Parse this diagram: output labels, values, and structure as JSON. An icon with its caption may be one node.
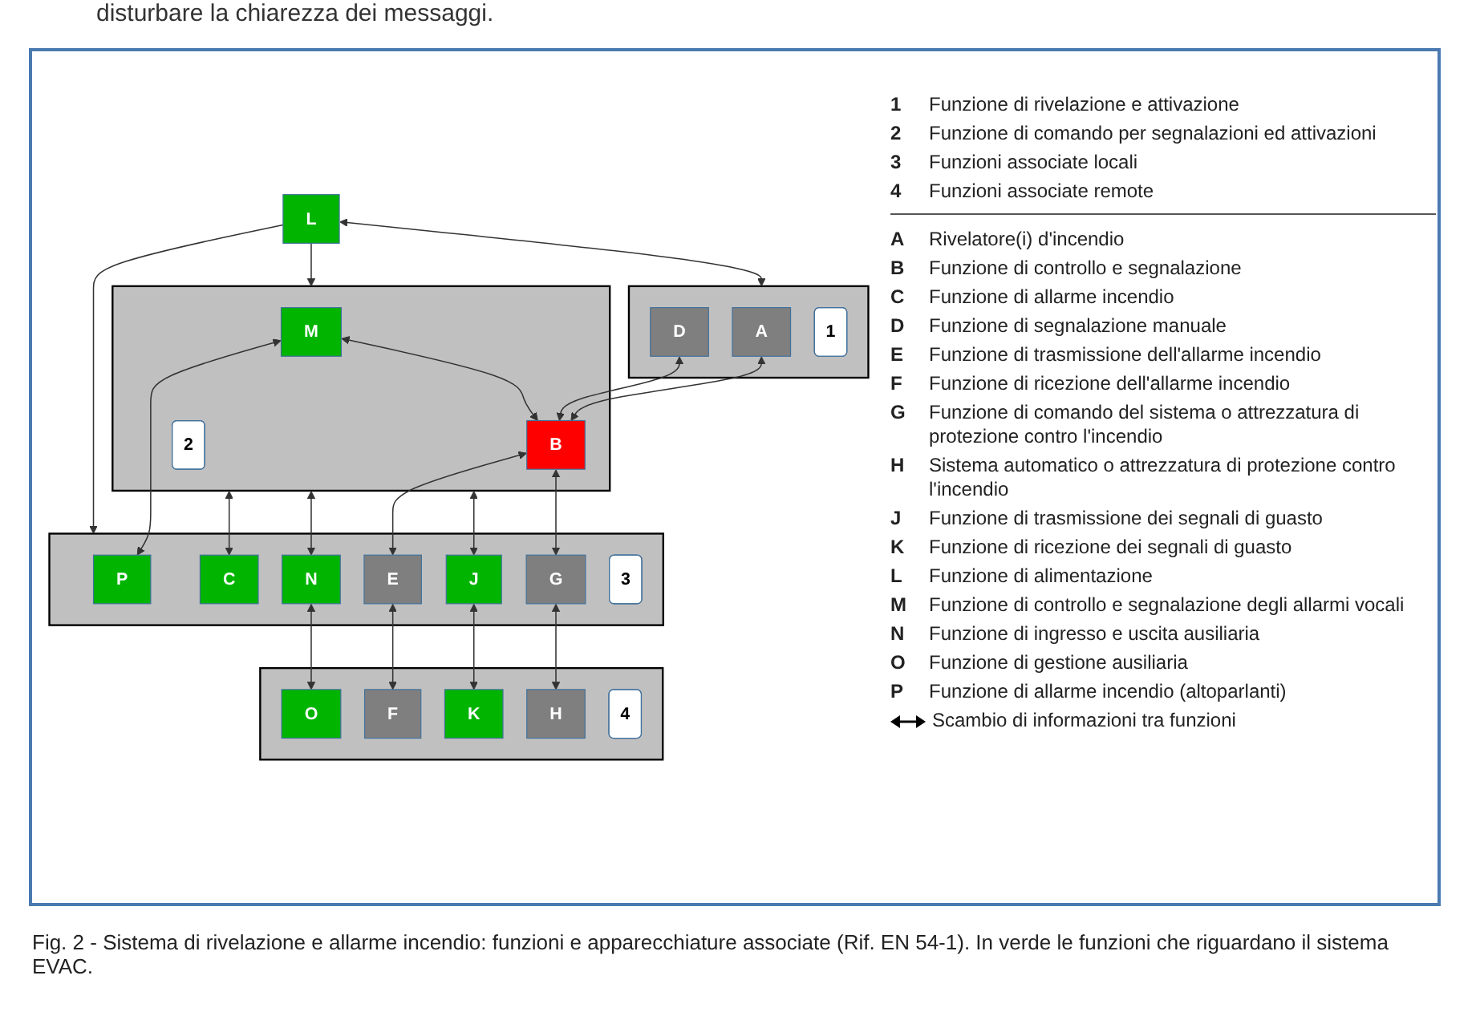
{
  "diagram": {
    "caption": "Fig. 2 - Sistema di rivelazione e allarme incendio: funzioni e apparecchiature associate (Rif. EN 54-1). In verde le funzioni che riguardano il sistema EVAC.",
    "nodes": [
      {
        "text": [],
        "shape": "box"
      },
      {
        "text": [
          "A"
        ],
        "in": 0
      },
      {
        "text": [
          "D"
        ],
        "in": 0
      },
      {
        "text": [
          "1"
        ],
        "in": 0
      },
      {
        "text": [
          "L"
        ]
      },
      {
        "text": [],
        "shape": "box"
      },
      {
        "text": [
          "M"
        ],
        "in": 5
      },
      {
        "text": [
          "B"
        ],
        "in": 5
      },
      {
        "text": [
          "2"
        ],
        "in": 5
      },
      {
        "text": [],
        "shape": "box"
      },
      {
        "text": [
          "P"
        ],
        "in": 9
      },
      {
        "text": [
          "C"
        ],
        "in": 9
      },
      {
        "text": [
          "N"
        ],
        "in": 9
      },
      {
        "text": [
          "E"
        ],
        "in": 9
      },
      {
        "text": [
          "J"
        ],
        "in": 9
      },
      {
        "text": [
          "G"
        ],
        "in": 9
      },
      {
        "text": [
          "3"
        ],
        "in": 9
      },
      {
        "text": [],
        "shape": "box"
      },
      {
        "text": [
          "O"
        ],
        "in": 17
      },
      {
        "text": [
          "F"
        ],
        "in": 17
      },
      {
        "text": [
          "K"
        ],
        "in": 17
      },
      {
        "text": [
          "H"
        ],
        "in": 17
      },
      {
        "text": [
          "4"
        ],
        "in": 17
      }
    ],
    "edges": [
      {
        "from": 4,
        "to": 0,
        "arrow": "both"
      },
      {
        "from": 4,
        "to": 5,
        "arrow": "to"
      },
      {
        "from": 4,
        "to": 9,
        "arrow": "to"
      },
      {
        "from": 1,
        "to": 7,
        "arrow": "both"
      },
      {
        "from": 2,
        "to": 7,
        "arrow": "both"
      },
      {
        "from": 6,
        "to": 7,
        "arrow": "both"
      },
      {
        "from": 6,
        "to": 10,
        "arrow": "both"
      },
      {
        "from": 5,
        "to": 11,
        "arrow": "both"
      },
      {
        "from": 5,
        "to": 12,
        "arrow": "both"
      },
      {
        "from": 7,
        "to": 13,
        "arrow": "both"
      },
      {
        "from": 5,
        "to": 14,
        "arrow": "both"
      },
      {
        "from": 7,
        "to": 15,
        "arrow": "both"
      },
      {
        "from": 12,
        "to": 18,
        "arrow": "both"
      },
      {
        "from": 13,
        "to": 19,
        "arrow": "both"
      },
      {
        "from": 14,
        "to": 20,
        "arrow": "both"
      },
      {
        "from": 15,
        "to": 21,
        "arrow": "both"
      }
    ],
    "labels": [
      "disturbare la chiarezza dei messaggi.",
      "1",
      "Funzione di rivelazione e attivazione",
      "2",
      "Funzione di comando per segnalazioni ed attivazioni",
      "3",
      "Funzioni associate locali",
      "4",
      "Funzioni associate remote",
      "A",
      "Rivelatore(i) d'incendio",
      "B",
      "Funzione di controllo e segnalazione",
      "C",
      "Funzione di allarme incendio",
      "D",
      "Funzione di segnalazione manuale",
      "E",
      "Funzione di trasmissione dell'allarme incendio",
      "F",
      "Funzione di ricezione dell'allarme incendio",
      "G",
      "Funzione di comando del sistema o attrezzatura di protezione contro l'incendio",
      "H",
      "Sistema automatico o attrezzatura di protezione contro l'incendio",
      "J",
      "Funzione di trasmissione dei segnali di guasto",
      "K",
      "Funzione di ricezione dei segnali di guasto",
      "L",
      "Funzione di alimentazione",
      "M",
      "Funzione di controllo e segnalazione degli allarmi vocali",
      "N",
      "Funzione di ingresso e uscita ausiliaria",
      "O",
      "Funzione di gestione ausiliaria",
      "P",
      "Funzione di allarme incendio (altoparlanti)"
    ],
    "legend": [
      {
        "text": "Scambio di informazioni tra funzioni"
      }
    ]
  }
}
